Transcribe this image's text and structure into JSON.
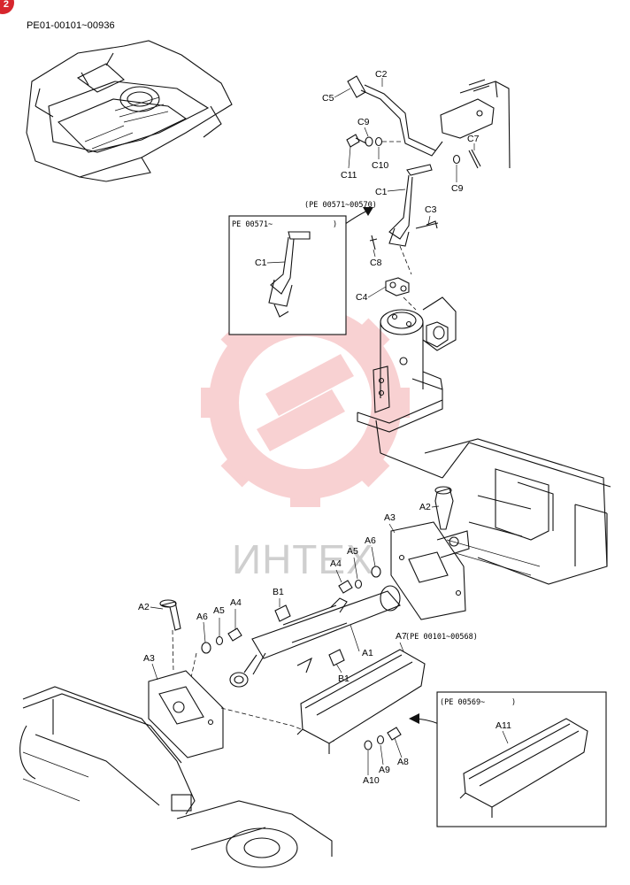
{
  "badge": {
    "number": "2",
    "color": "#d7262d"
  },
  "document": {
    "code": "PE01-00101~00936"
  },
  "watermark": {
    "text": "ИНТЕХ",
    "color": "#f19a9d"
  },
  "callouts": {
    "c2": "C2",
    "c5": "C5",
    "c9a": "C9",
    "c10": "C10",
    "c11": "C11",
    "c7": "C7",
    "c9b": "C9",
    "c1_main": "C1",
    "c3": "C3",
    "c8": "C8",
    "c4": "C4",
    "serial_note": "(PE 00571~00570)",
    "inset1_serial": "PE 00571~",
    "inset1_close": ")",
    "inset1_c1": "C1",
    "a2_right": "A2",
    "a3_right": "A3",
    "a6_right": "A6",
    "a5_right": "A5",
    "a4_right": "A4",
    "b1_top": "B1",
    "a2_left": "A2",
    "a6_left": "A6",
    "a5_left": "A5",
    "a4_left": "A4",
    "a3_left": "A3",
    "a1": "A1",
    "b1_bottom": "B1",
    "a7": "A7",
    "a7_serial": "(PE 00101~00568)",
    "a8": "A8",
    "a9": "A9",
    "a10": "A10",
    "inset2_serial": "(PE 00569~",
    "inset2_close": ")",
    "a11": "A11"
  }
}
